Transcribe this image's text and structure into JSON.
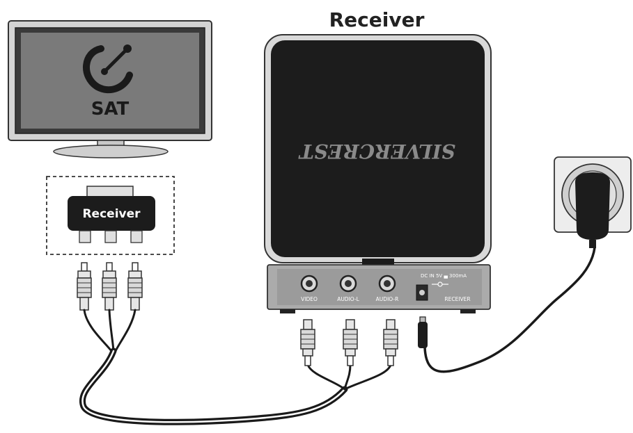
{
  "diagram": {
    "title": "Receiver",
    "tv": {
      "screen_logo_text": "SAT"
    },
    "adapter": {
      "label": "Receiver"
    },
    "receiver": {
      "brand": "SILVERCREST",
      "ports": {
        "video": "VIDEO",
        "audio_l": "AUDIO-L",
        "audio_r": "AUDIO-R",
        "dc_in": "DC IN 5V ▄ 300mA",
        "receiver": "RECEIVER"
      }
    },
    "colors": {
      "outline": "#2a2a2a",
      "tv_screen": "#7a7a7a",
      "receiver_body": "#1c1c1c",
      "panel_gray": "#9b9b9b",
      "light_gray": "#dcdcdc"
    }
  }
}
